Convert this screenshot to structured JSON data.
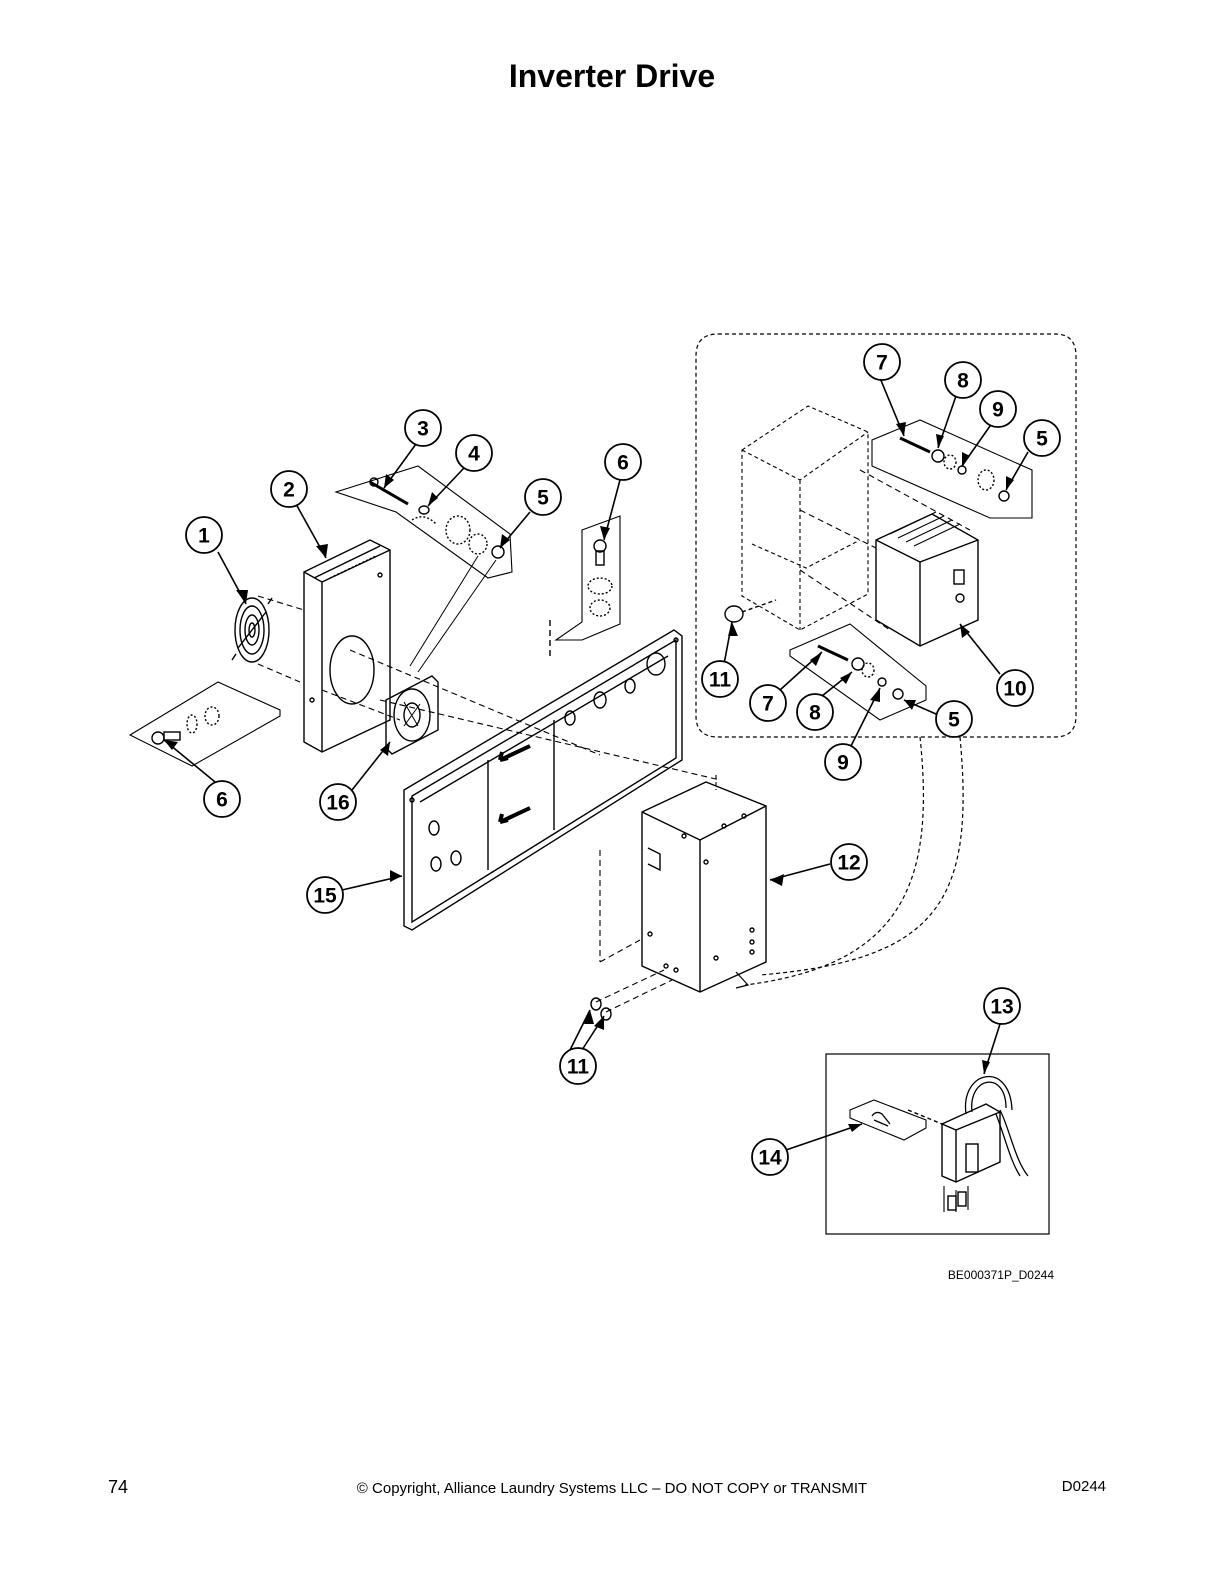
{
  "page": {
    "title": "Inverter Drive",
    "figure_id": "BE000371P_D0244",
    "page_number": "74",
    "copyright": "© Copyright, Alliance Laundry Systems LLC – DO NOT COPY or TRANSMIT",
    "doc_code": "D0244"
  },
  "callouts": [
    "1",
    "2",
    "3",
    "4",
    "5",
    "6",
    "16",
    "6",
    "15",
    "11",
    "12",
    "7",
    "8",
    "9",
    "5",
    "11",
    "7",
    "8",
    "9",
    "5",
    "10",
    "13",
    "14"
  ]
}
